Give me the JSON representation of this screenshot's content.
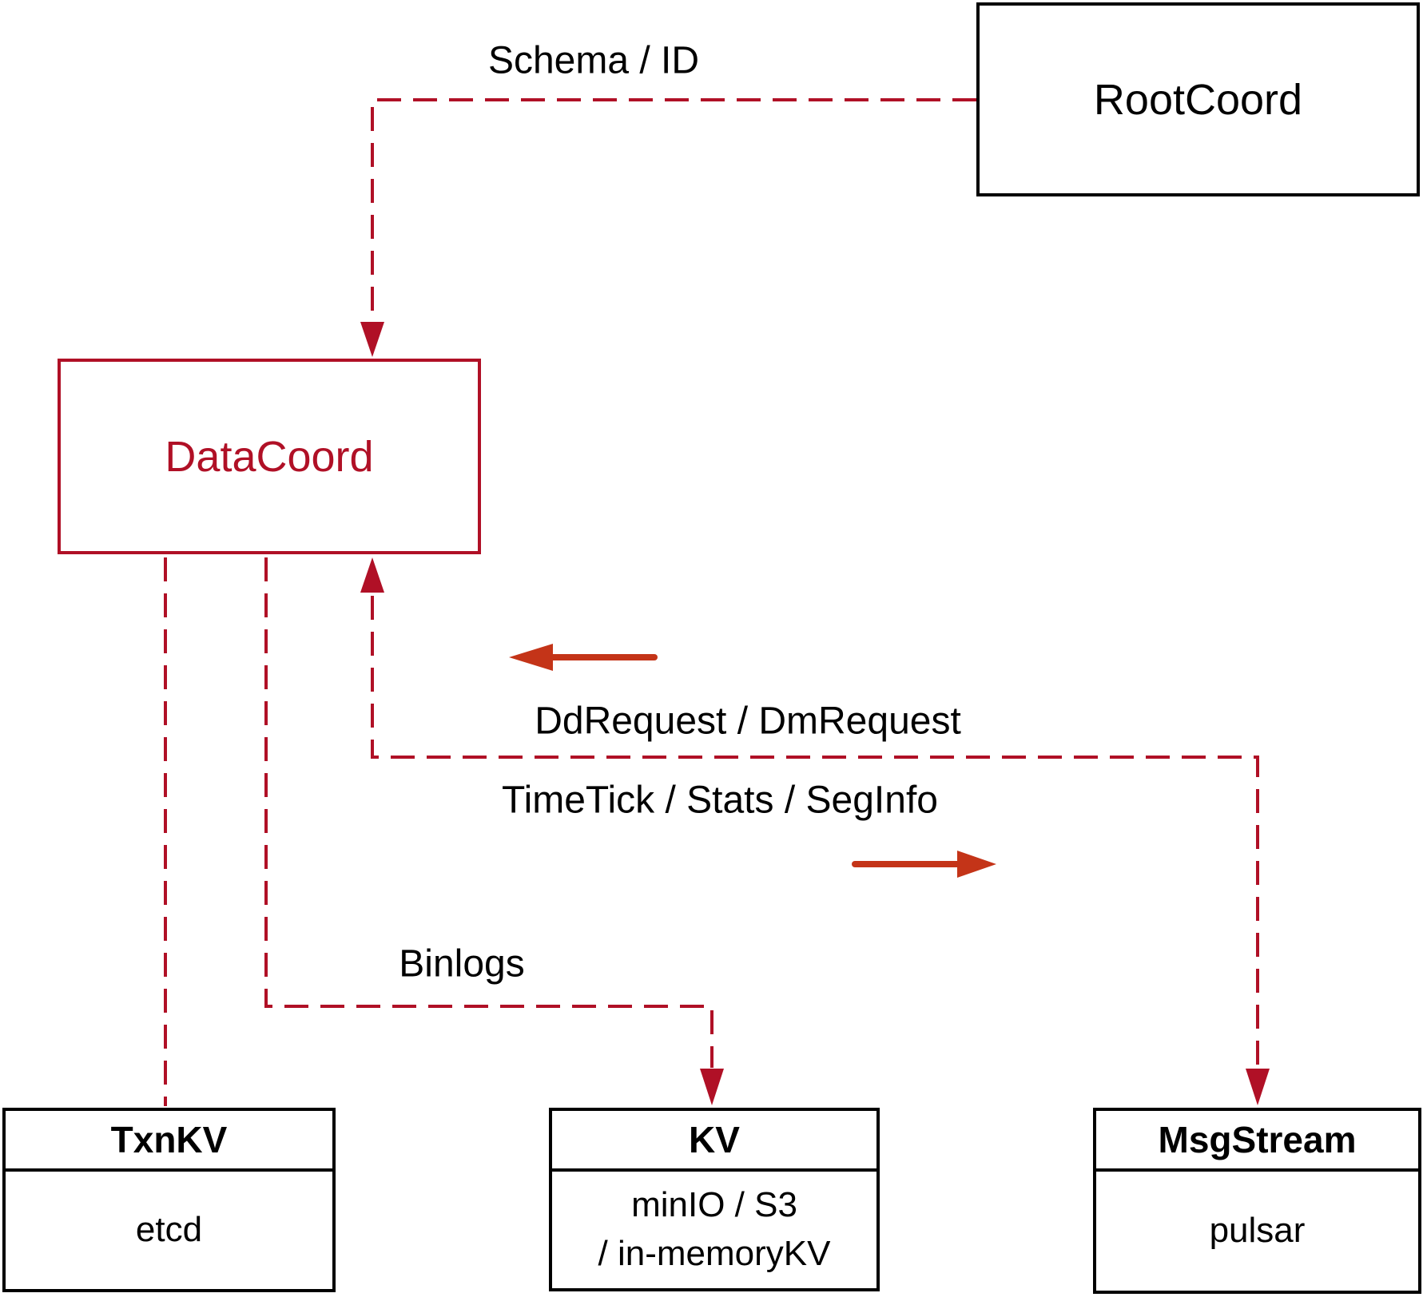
{
  "diagram": {
    "colors": {
      "line_red": "#B01026",
      "arrow_red": "#C43418",
      "box_black": "#000000",
      "text_black": "#000000",
      "background": "#FFFFFF"
    },
    "nodes": {
      "root_coord": {
        "label": "RootCoord"
      },
      "data_coord": {
        "label": "DataCoord"
      },
      "txn_kv": {
        "title": "TxnKV",
        "body": "etcd"
      },
      "kv": {
        "title": "KV",
        "body_line1": "minIO / S3",
        "body_line2": "/ in-memoryKV"
      },
      "msg_stream": {
        "title": "MsgStream",
        "body": "pulsar"
      }
    },
    "edge_labels": {
      "schema_id": "Schema / ID",
      "dd_request": "DdRequest / DmRequest",
      "time_tick": "TimeTick / Stats / SegInfo",
      "binlogs": "Binlogs"
    }
  }
}
